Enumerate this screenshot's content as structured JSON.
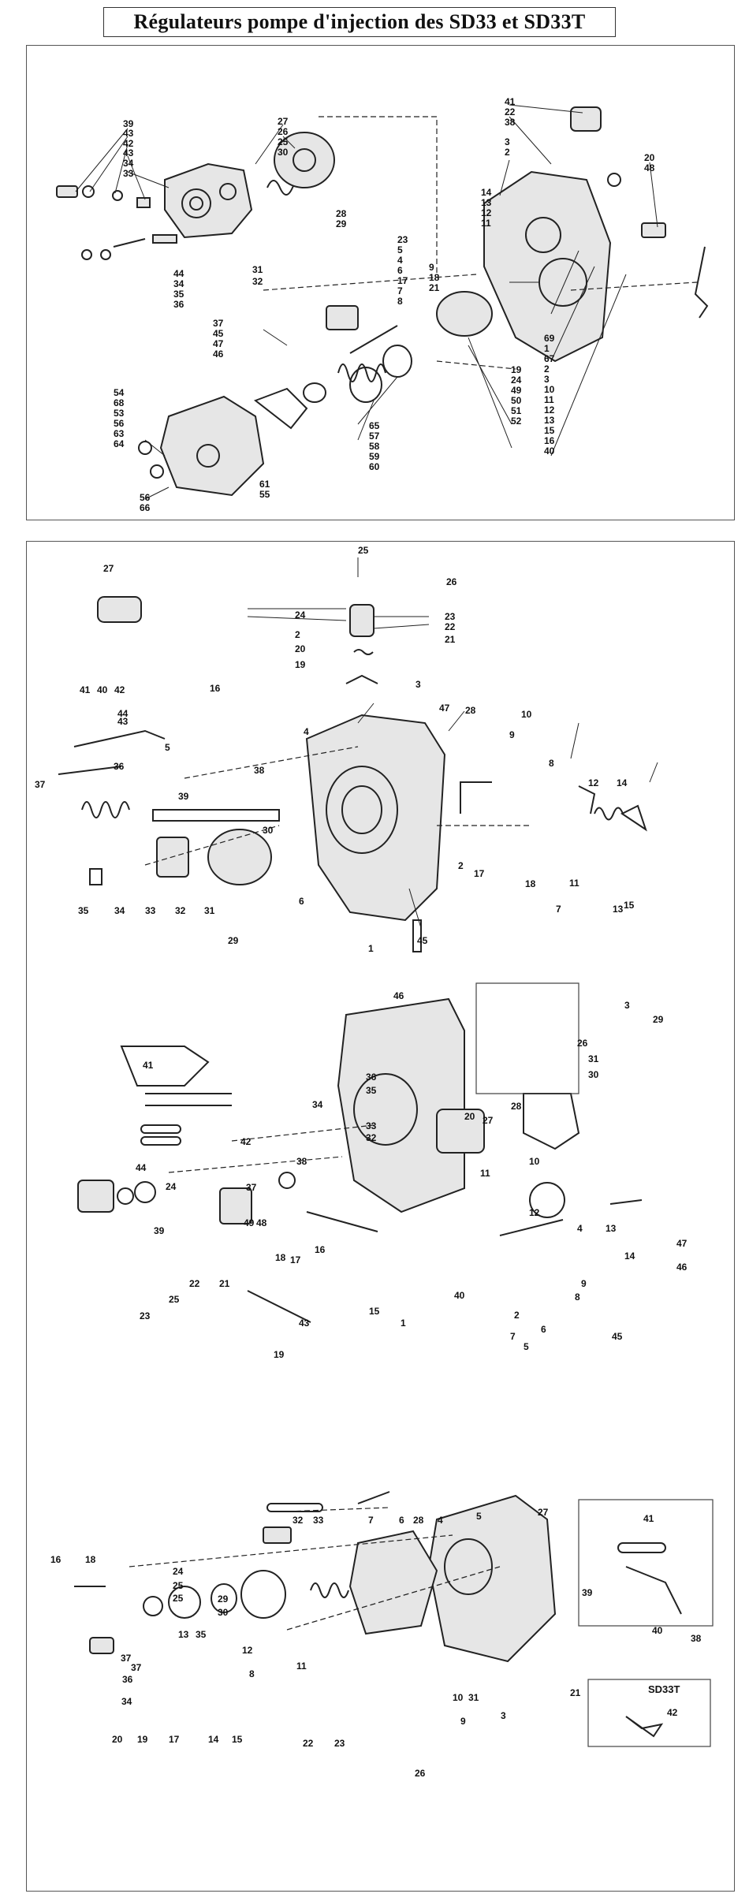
{
  "title": "Régulateurs pompe d'injection des SD33 et SD33T",
  "inset_label": "SD33T",
  "diagram1_labels": [
    "39",
    "43",
    "42",
    "43",
    "34",
    "33",
    "27",
    "26",
    "25",
    "30",
    "31",
    "32",
    "28",
    "29",
    "41",
    "22",
    "38",
    "3",
    "2",
    "14",
    "13",
    "12",
    "11",
    "23",
    "5",
    "4",
    "6",
    "17",
    "7",
    "8",
    "9",
    "18",
    "21",
    "20",
    "48",
    "44",
    "34",
    "35",
    "36",
    "37",
    "45",
    "47",
    "46",
    "54",
    "68",
    "53",
    "56",
    "63",
    "64",
    "65",
    "57",
    "58",
    "59",
    "60",
    "61",
    "55",
    "56",
    "66",
    "69",
    "1",
    "67",
    "2",
    "3",
    "10",
    "11",
    "12",
    "13",
    "15",
    "16",
    "40",
    "19",
    "24",
    "49",
    "50",
    "51",
    "52",
    "67"
  ],
  "diagram2_labels": [
    "25",
    "26",
    "27",
    "24",
    "23",
    "22",
    "21",
    "2",
    "20",
    "19",
    "3",
    "47",
    "16",
    "28",
    "10",
    "9",
    "41",
    "40",
    "42",
    "44",
    "43",
    "5",
    "4",
    "8",
    "12",
    "14",
    "37",
    "39",
    "38",
    "36",
    "30",
    "17",
    "18",
    "7",
    "11",
    "13",
    "15",
    "2",
    "6",
    "35",
    "34",
    "33",
    "32",
    "31",
    "29",
    "1",
    "45",
    "46"
  ],
  "diagram3_labels": [
    "41",
    "36",
    "35",
    "34",
    "33",
    "32",
    "38",
    "37",
    "48",
    "49",
    "42",
    "44",
    "39",
    "24",
    "21",
    "22",
    "25",
    "23",
    "18",
    "16",
    "17",
    "19",
    "43",
    "15",
    "1",
    "40",
    "2",
    "3",
    "26",
    "31",
    "30",
    "28",
    "29",
    "27",
    "20",
    "11",
    "10",
    "12",
    "4",
    "13",
    "14",
    "9",
    "8",
    "47",
    "6",
    "7",
    "5",
    "45",
    "46"
  ],
  "diagram4_labels": [
    "16",
    "18",
    "32",
    "33",
    "24",
    "25",
    "25",
    "29",
    "30",
    "13",
    "35",
    "37",
    "37",
    "36",
    "34",
    "20",
    "19",
    "17",
    "14",
    "15",
    "12",
    "8",
    "11",
    "22",
    "23",
    "7",
    "6",
    "28",
    "4",
    "5",
    "27",
    "41",
    "39",
    "40",
    "38",
    "10",
    "31",
    "9",
    "3",
    "26",
    "21",
    "42"
  ]
}
